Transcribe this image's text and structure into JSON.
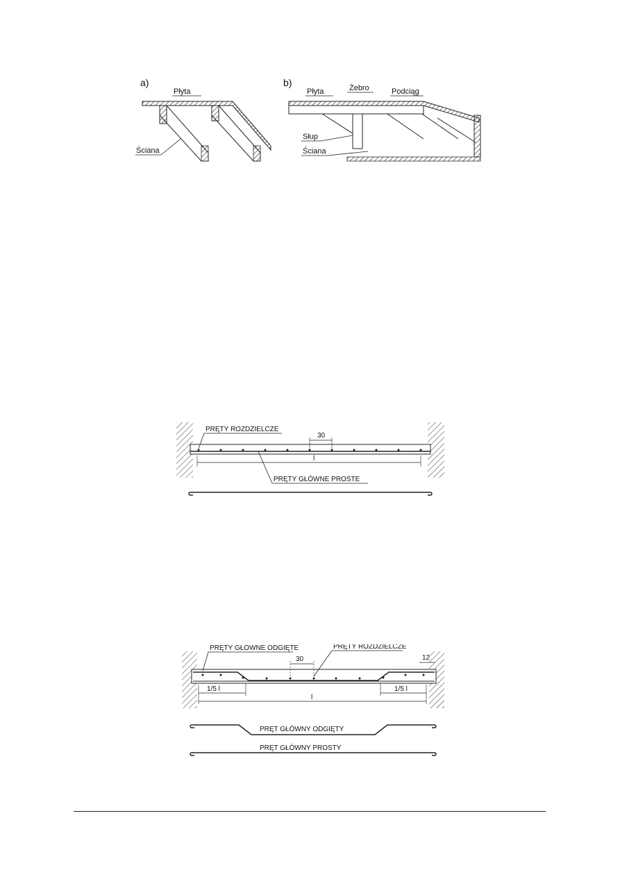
{
  "figure1": {
    "part_a": {
      "tag": "a)",
      "label_plyta": "Płyta",
      "label_sciana": "Ściana"
    },
    "part_b": {
      "tag": "b)",
      "label_plyta": "Płyta",
      "label_zebro": "Żebro",
      "label_podciag": "Podciąg",
      "label_slup": "Słup",
      "label_sciana": "Ściana"
    }
  },
  "figure2": {
    "label_rozdzielcze": "PRĘTY ROZDZIELCZE",
    "spacing": "30",
    "span": "l",
    "label_glowne": "PRĘTY GŁÓWNE PROSTE"
  },
  "figure3": {
    "label_odgiete": "PRĘTY GŁÓWNE ODGIĘTE",
    "label_rozdzielcze": "PRĘTY ROZDZIELCZE",
    "spacing": "30",
    "end_dim": "12",
    "bend_left": "1/5 l",
    "bend_right": "1/5 l",
    "span": "l",
    "bar_bent": "PRĘT GŁÓWNY ODGIĘTY",
    "bar_straight": "PRĘT GŁÓWNY PROSTY"
  }
}
